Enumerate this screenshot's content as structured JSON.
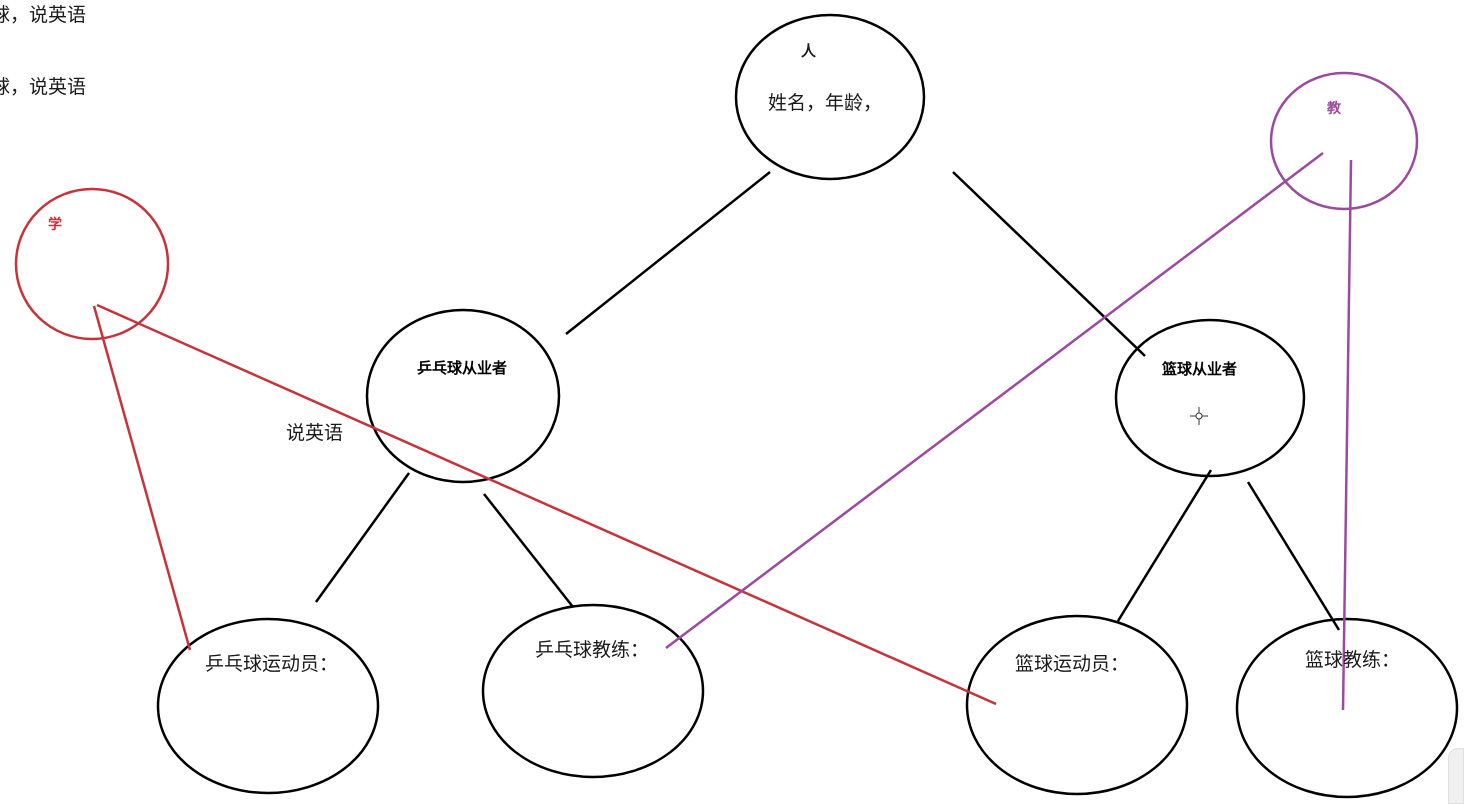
{
  "side_notes": [
    "球，说英语",
    "球，说英语"
  ],
  "diagram": {
    "root": {
      "title": "人",
      "attributes": "姓名，年龄，"
    },
    "categories": [
      {
        "label": "乒乓球从业者"
      },
      {
        "label": "篮球从业者"
      }
    ],
    "leaves": [
      {
        "label": "乒乓球运动员："
      },
      {
        "label": "乒乓球教练："
      },
      {
        "label": "篮球运动员："
      },
      {
        "label": "篮球教练："
      }
    ],
    "annotation": "说英语",
    "interfaces": [
      {
        "label": "学",
        "color": "#c8323a"
      },
      {
        "label": "教",
        "color": "#9b4a9f"
      }
    ],
    "colors": {
      "outline": "#000000"
    }
  }
}
